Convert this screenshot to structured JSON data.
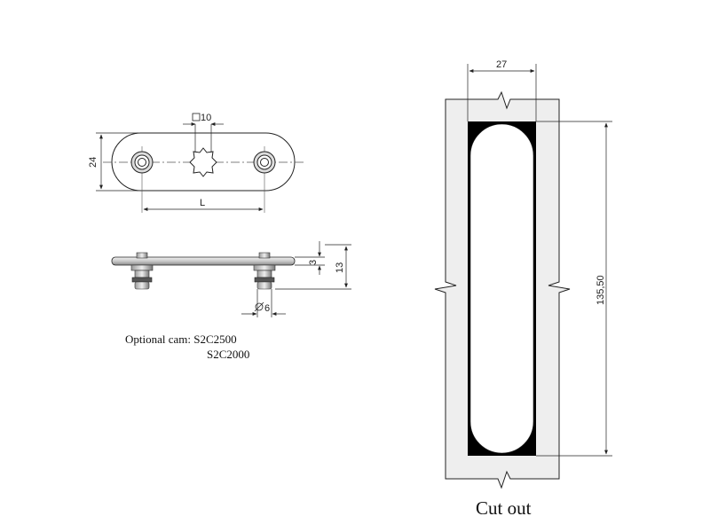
{
  "top_view": {
    "square_dim": "10",
    "height_dim": "24",
    "length_dim": "L"
  },
  "side_view": {
    "thickness_dim": "3",
    "height_dim": "13",
    "diameter_dim": "6"
  },
  "notes": {
    "line1": "Optional cam: S2C2500",
    "line2": "S2C2000"
  },
  "cutout": {
    "width_dim": "27",
    "height_dim": "135,50",
    "caption": "Cut out"
  }
}
